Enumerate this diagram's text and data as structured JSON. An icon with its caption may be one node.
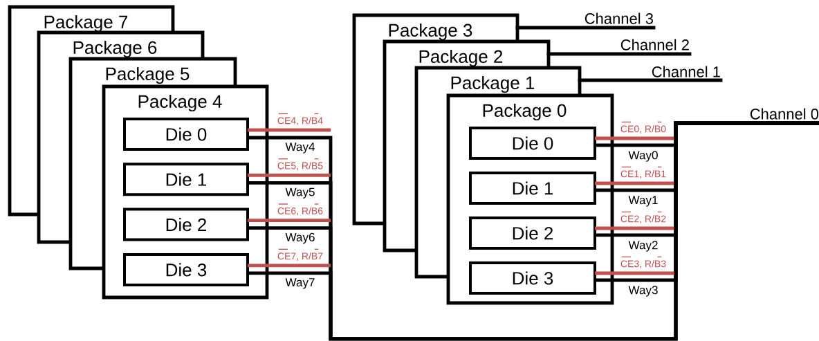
{
  "diagram": {
    "nodes": [
      {
        "text": [
          "Package 7"
        ]
      },
      {
        "text": [
          "Package 6"
        ]
      },
      {
        "text": [
          "Package 5"
        ]
      },
      {
        "text": [
          "Package 4"
        ]
      },
      {
        "text": [
          "Die 0"
        ],
        "in": 3
      },
      {
        "text": [
          "Die 1"
        ],
        "in": 3
      },
      {
        "text": [
          "Die 2"
        ],
        "in": 3
      },
      {
        "text": [
          "Die 3"
        ],
        "in": 3
      },
      {
        "text": [
          "Package 3"
        ]
      },
      {
        "text": [
          "Package 2"
        ]
      },
      {
        "text": [
          "Package 1"
        ]
      },
      {
        "text": [
          "Package 0"
        ]
      },
      {
        "text": [
          "Die 0"
        ],
        "in": 11
      },
      {
        "text": [
          "Die 1"
        ],
        "in": 11
      },
      {
        "text": [
          "Die 2"
        ],
        "in": 11
      },
      {
        "text": [
          "Die 3"
        ],
        "in": 11
      },
      {
        "text": [
          "Channel 3"
        ]
      },
      {
        "text": [
          "Channel 2"
        ]
      },
      {
        "text": [
          "Channel 1"
        ]
      },
      {
        "text": [
          "Channel 0"
        ]
      }
    ],
    "edges": [
      {
        "from": 8,
        "to": 16,
        "arrow": "none"
      },
      {
        "from": 9,
        "to": 17,
        "arrow": "none"
      },
      {
        "from": 10,
        "to": 18,
        "arrow": "none"
      },
      {
        "from": 4,
        "to": null,
        "arrow": "none",
        "label": "CE4, R/B4",
        "color": "#c0504d"
      },
      {
        "from": 4,
        "to": 19,
        "arrow": "none",
        "label": "Way4"
      },
      {
        "from": 5,
        "to": null,
        "arrow": "none",
        "label": "CE5, R/B5",
        "color": "#c0504d"
      },
      {
        "from": 5,
        "to": 19,
        "arrow": "none",
        "label": "Way5"
      },
      {
        "from": 6,
        "to": null,
        "arrow": "none",
        "label": "CE6, R/B6",
        "color": "#c0504d"
      },
      {
        "from": 6,
        "to": 19,
        "arrow": "none",
        "label": "Way6"
      },
      {
        "from": 7,
        "to": null,
        "arrow": "none",
        "label": "CE7, R/B7",
        "color": "#c0504d"
      },
      {
        "from": 7,
        "to": 19,
        "arrow": "none",
        "label": "Way7"
      },
      {
        "from": 12,
        "to": null,
        "arrow": "none",
        "label": "CE0, R/B0",
        "color": "#c0504d"
      },
      {
        "from": 12,
        "to": 19,
        "arrow": "none",
        "label": "Way0"
      },
      {
        "from": 13,
        "to": null,
        "arrow": "none",
        "label": "CE1, R/B1",
        "color": "#c0504d"
      },
      {
        "from": 13,
        "to": 19,
        "arrow": "none",
        "label": "Way1"
      },
      {
        "from": 14,
        "to": null,
        "arrow": "none",
        "label": "CE2, R/B2",
        "color": "#c0504d"
      },
      {
        "from": 14,
        "to": 19,
        "arrow": "none",
        "label": "Way2"
      },
      {
        "from": 15,
        "to": null,
        "arrow": "none",
        "label": "CE3, R/B3",
        "color": "#c0504d"
      },
      {
        "from": 15,
        "to": 19,
        "arrow": "none",
        "label": "Way3"
      }
    ]
  }
}
